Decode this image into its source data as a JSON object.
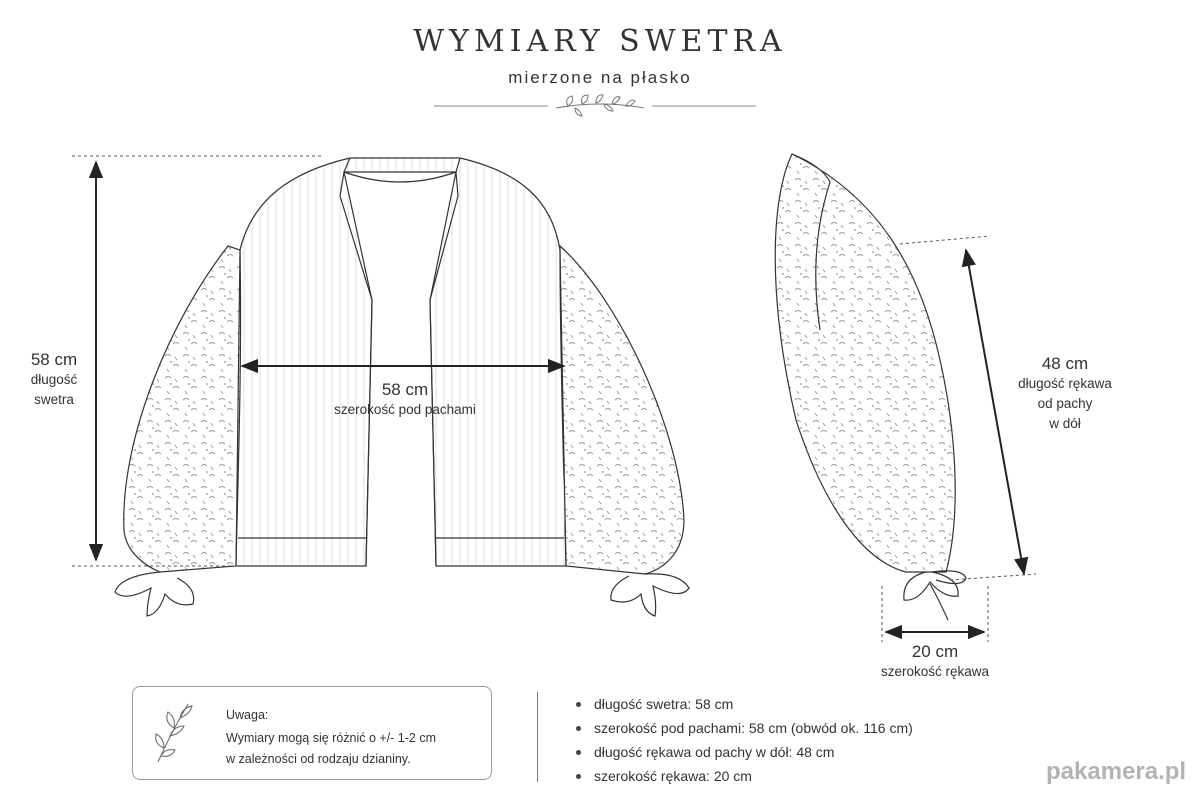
{
  "header": {
    "title": "WYMIARY SWETRA",
    "subtitle": "mierzone na płasko"
  },
  "front_view": {
    "length_value": "58 cm",
    "length_label_1": "długość",
    "length_label_2": "swetra",
    "width_value": "58 cm",
    "width_label": "szerokość pod pachami"
  },
  "sleeve_view": {
    "sleeve_length_value": "48 cm",
    "sleeve_length_label_1": "długość rękawa",
    "sleeve_length_label_2": "od pachy",
    "sleeve_length_label_3": "w dół",
    "sleeve_width_value": "20 cm",
    "sleeve_width_label": "szerokość rękawa"
  },
  "note": {
    "heading": "Uwaga:",
    "line_1": "Wymiary mogą się różnić o +/- 1-2 cm",
    "line_2": "w zależności od rodzaju dzianiny."
  },
  "summary": [
    "długość swetra: 58 cm",
    "szerokość pod pachami: 58 cm (obwód ok. 116 cm)",
    "długość rękawa od pachy w dół: 48 cm",
    "szerokość rękawa: 20 cm"
  ],
  "watermark": "pakamera.pl"
}
